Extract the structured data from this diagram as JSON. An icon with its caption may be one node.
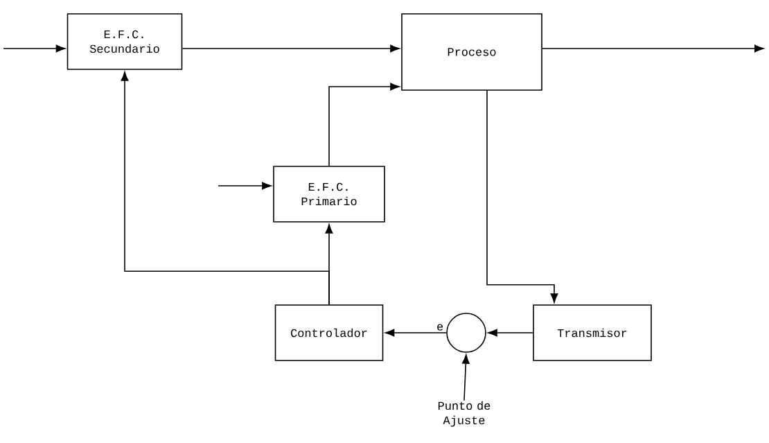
{
  "diagram": {
    "nodes": [
      {
        "text": [
          "E.F.C. Secundario"
        ]
      },
      {
        "text": [
          "Proceso"
        ]
      },
      {
        "text": [
          "E.F.C. Primario"
        ]
      },
      {
        "text": [
          "Controlador"
        ]
      },
      {
        "text": [],
        "shape": "circle"
      },
      {
        "text": [
          "Transmisor"
        ]
      },
      {
        "text": [
          "Punto de Ajuste"
        ]
      }
    ],
    "edges": [
      {
        "from": null,
        "to": 0,
        "arrow": "to"
      },
      {
        "from": 0,
        "to": 1,
        "arrow": "to"
      },
      {
        "from": 2,
        "to": 1,
        "arrow": "to"
      },
      {
        "from": 1,
        "to": null,
        "arrow": "to"
      },
      {
        "from": null,
        "to": 2,
        "arrow": "to"
      },
      {
        "from": 1,
        "to": 5,
        "arrow": "to"
      },
      {
        "from": 5,
        "to": 4,
        "arrow": "to"
      },
      {
        "from": 4,
        "to": 3,
        "arrow": "to",
        "label": "e"
      },
      {
        "from": 6,
        "to": 4,
        "arrow": "to"
      },
      {
        "from": 3,
        "to": 2,
        "arrow": "to"
      },
      {
        "from": 3,
        "to": 0,
        "arrow": "to"
      }
    ]
  }
}
